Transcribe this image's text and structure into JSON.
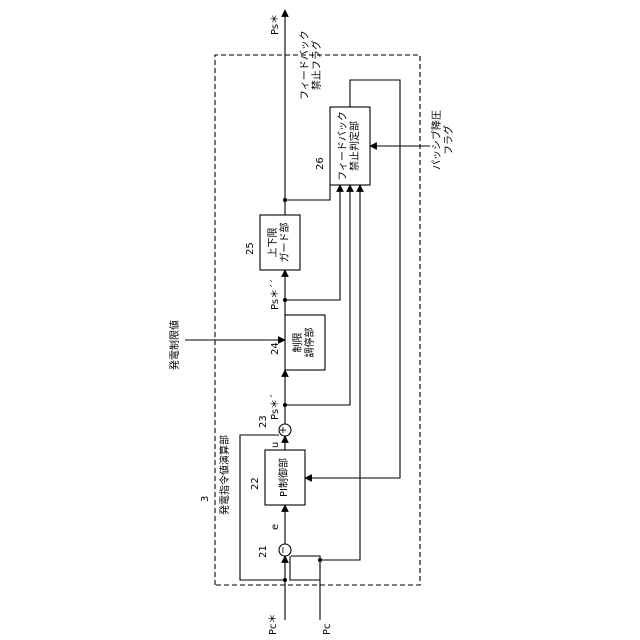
{
  "unit": {
    "ref": "3",
    "label": "発電指令値演算部"
  },
  "blocks": {
    "pi": {
      "ref": "22",
      "label": "PI制御部"
    },
    "limit": {
      "ref": "24",
      "line1": "制限",
      "line2": "調停部"
    },
    "guard": {
      "ref": "25",
      "line1": "上下限",
      "line2": "ガード部"
    },
    "judge": {
      "ref": "26",
      "line1": "フィードバック",
      "line2": "禁止判定部"
    }
  },
  "summers": {
    "sub": {
      "ref": "21",
      "sign": "−"
    },
    "add": {
      "ref": "23",
      "sign": "+"
    }
  },
  "signals": {
    "pc_star": "Pc＊",
    "pc": "Pc",
    "e": "e",
    "u": "u",
    "ps_prime": "Ps＊´",
    "ps_dprime": "Ps＊´´",
    "ps_star": "Ps＊",
    "gen_limit": "発電制限値",
    "passive_flag_1": "パッシブ降圧",
    "passive_flag_2": "フラグ",
    "fb_flag_1": "フィードバック",
    "fb_flag_2": "禁止フラグ"
  },
  "ref_tilde": "〜"
}
